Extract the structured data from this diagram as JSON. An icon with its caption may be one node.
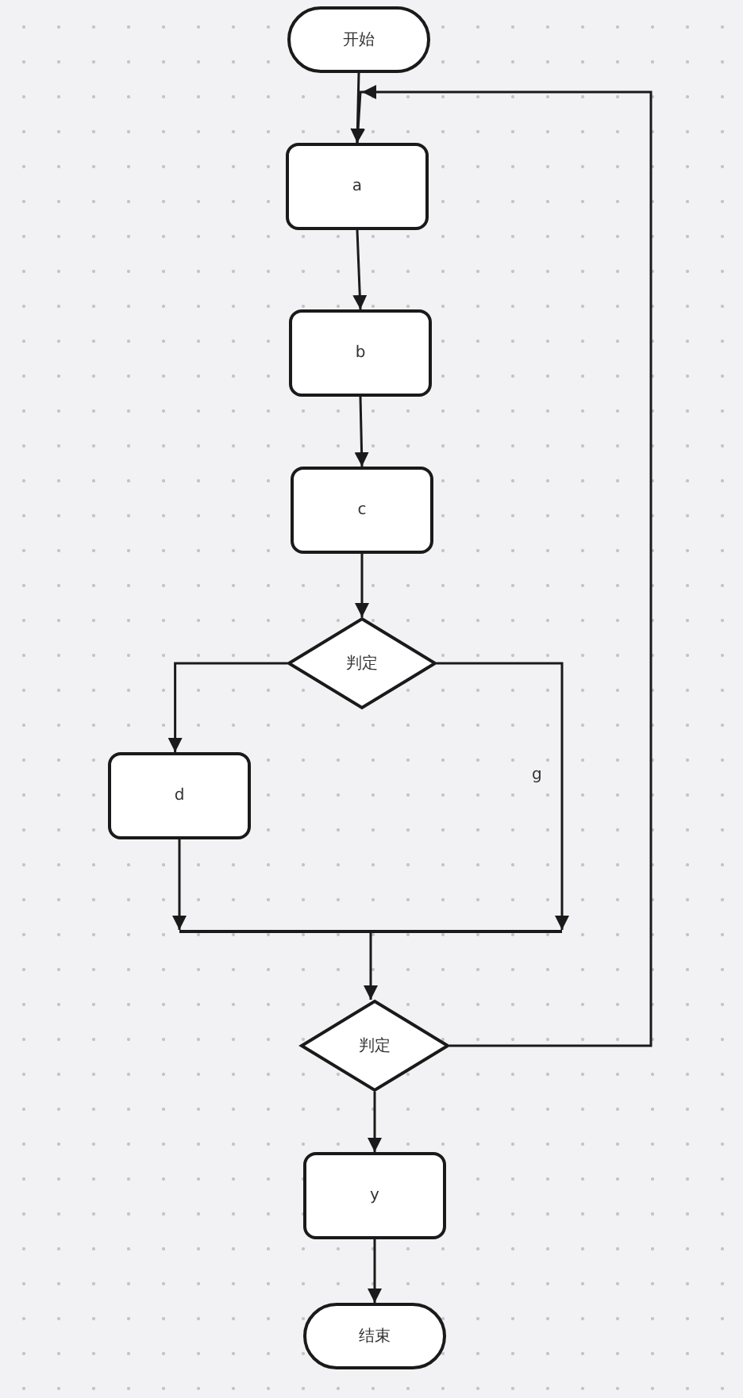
{
  "diagram": {
    "nodes": [
      {
        "text": [
          "开始"
        ]
      },
      {
        "text": [
          "a"
        ]
      },
      {
        "text": [
          "b"
        ]
      },
      {
        "text": [
          "c"
        ]
      },
      {
        "text": [
          "判定"
        ]
      },
      {
        "text": [
          "d"
        ]
      },
      {
        "text": [],
        "shape": "bar"
      },
      {
        "text": [
          "判定"
        ]
      },
      {
        "text": [
          "y"
        ]
      },
      {
        "text": [
          "结束"
        ]
      }
    ],
    "edges": [
      {
        "from": 0,
        "to": 1,
        "arrow": "to"
      },
      {
        "from": 1,
        "to": 2,
        "arrow": "to"
      },
      {
        "from": 2,
        "to": 3,
        "arrow": "to"
      },
      {
        "from": 3,
        "to": 4,
        "arrow": "to"
      },
      {
        "from": 4,
        "to": 5,
        "arrow": "to"
      },
      {
        "from": 4,
        "to": 6,
        "arrow": "to",
        "label": "g"
      },
      {
        "from": 5,
        "to": 6,
        "arrow": "to"
      },
      {
        "from": 6,
        "to": 7,
        "arrow": "to"
      },
      {
        "from": 7,
        "to": 8,
        "arrow": "to"
      },
      {
        "from": 8,
        "to": 9,
        "arrow": "to"
      },
      {
        "from": 7,
        "to": 1,
        "arrow": "to"
      }
    ]
  }
}
